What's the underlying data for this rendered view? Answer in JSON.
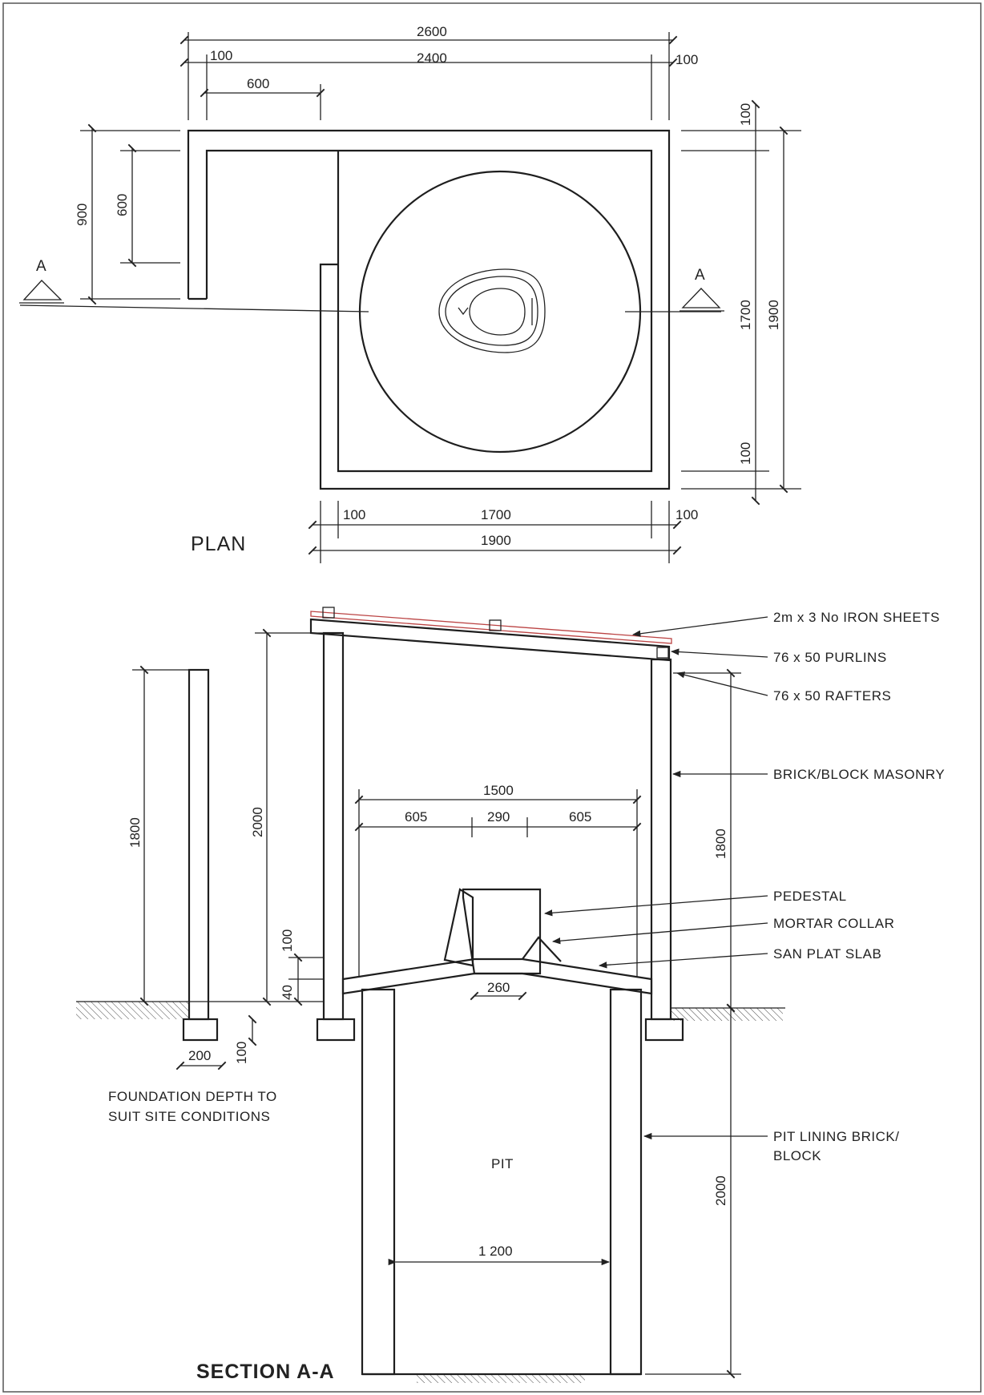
{
  "plan": {
    "title": "PLAN",
    "section_mark": "A",
    "dims": {
      "overall_width": "2600",
      "inner_width": "2400",
      "wall_left": "100",
      "wall_right": "100",
      "screen_offset": "600",
      "screen_depth": "900",
      "screen_inner": "600",
      "wall_top": "100",
      "inner_depth": "1700",
      "overall_depth": "1900",
      "wall_bottom": "100",
      "bottom_wall_left": "100",
      "bottom_inner": "1700",
      "bottom_wall_right": "100",
      "bottom_overall": "1900"
    }
  },
  "section": {
    "title": "SECTION A-A",
    "pit_label": "PIT",
    "dims": {
      "slab_span": "1500",
      "left_part": "605",
      "center_part": "290",
      "right_part": "605",
      "pedestal_base": "260",
      "pit_width": "1 200",
      "screen_height": "1800",
      "wall_height": "2000",
      "right_height": "1800",
      "pit_depth": "2000",
      "slab_rise": "100",
      "slab_thick": "40",
      "footing_width": "200",
      "footing_depth": "100"
    },
    "labels": {
      "iron_sheets": "2m x 3 No IRON SHEETS",
      "purlins": "76 x 50 PURLINS",
      "rafters": "76 x 50 RAFTERS",
      "masonry": "BRICK/BLOCK MASONRY",
      "pedestal": "PEDESTAL",
      "mortar_collar": "MORTAR COLLAR",
      "san_plat": "SAN PLAT SLAB",
      "pit_lining_1": "PIT LINING BRICK/",
      "pit_lining_2": "BLOCK",
      "foundation_1": "FOUNDATION DEPTH TO",
      "foundation_2": "SUIT SITE CONDITIONS"
    }
  }
}
